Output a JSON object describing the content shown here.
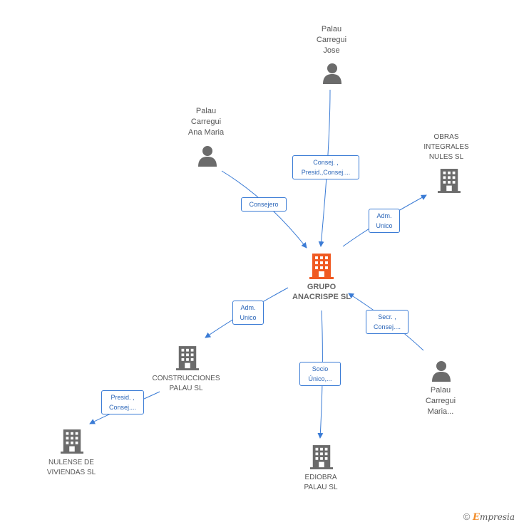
{
  "colors": {
    "edge": "#3a7bd5",
    "icon_gray": "#6b6b6b",
    "center_orange": "#f05a22",
    "brand_orange": "#f28c28"
  },
  "nodes": {
    "center": {
      "label": "GRUPO\nANACRISPE SL",
      "icon": "building-icon"
    },
    "jose": {
      "label": "Palau\nCarregui\nJose",
      "icon": "person-icon"
    },
    "ana_maria": {
      "label": "Palau\nCarregui\nAna Maria",
      "icon": "person-icon"
    },
    "maria": {
      "label": "Palau\nCarregui\nMaria...",
      "icon": "person-icon"
    },
    "obras": {
      "label": "OBRAS\nINTEGRALES\nNULES SL",
      "icon": "building-icon"
    },
    "construcciones": {
      "label": "CONSTRUCCIONES\nPALAU SL",
      "icon": "building-icon"
    },
    "nulense": {
      "label": "NULENSE DE\nVIVIENDAS SL",
      "icon": "building-icon"
    },
    "ediobra": {
      "label": "EDIOBRA\nPALAU SL",
      "icon": "building-icon"
    }
  },
  "edges": {
    "jose_center": "Consej. ,\nPresid.,Consej....",
    "ana_center": "Consejero",
    "center_obras": "Adm.\nUnico",
    "center_construcciones": "Adm.\nUnico",
    "maria_center": "Secr. ,\nConsej....",
    "center_ediobra": "Socio\nÚnico,...",
    "construcciones_nulense": "Presid. ,\nConsej...."
  },
  "brand": {
    "copyright": "©",
    "name_initial": "E",
    "name_rest": "mpresia"
  }
}
